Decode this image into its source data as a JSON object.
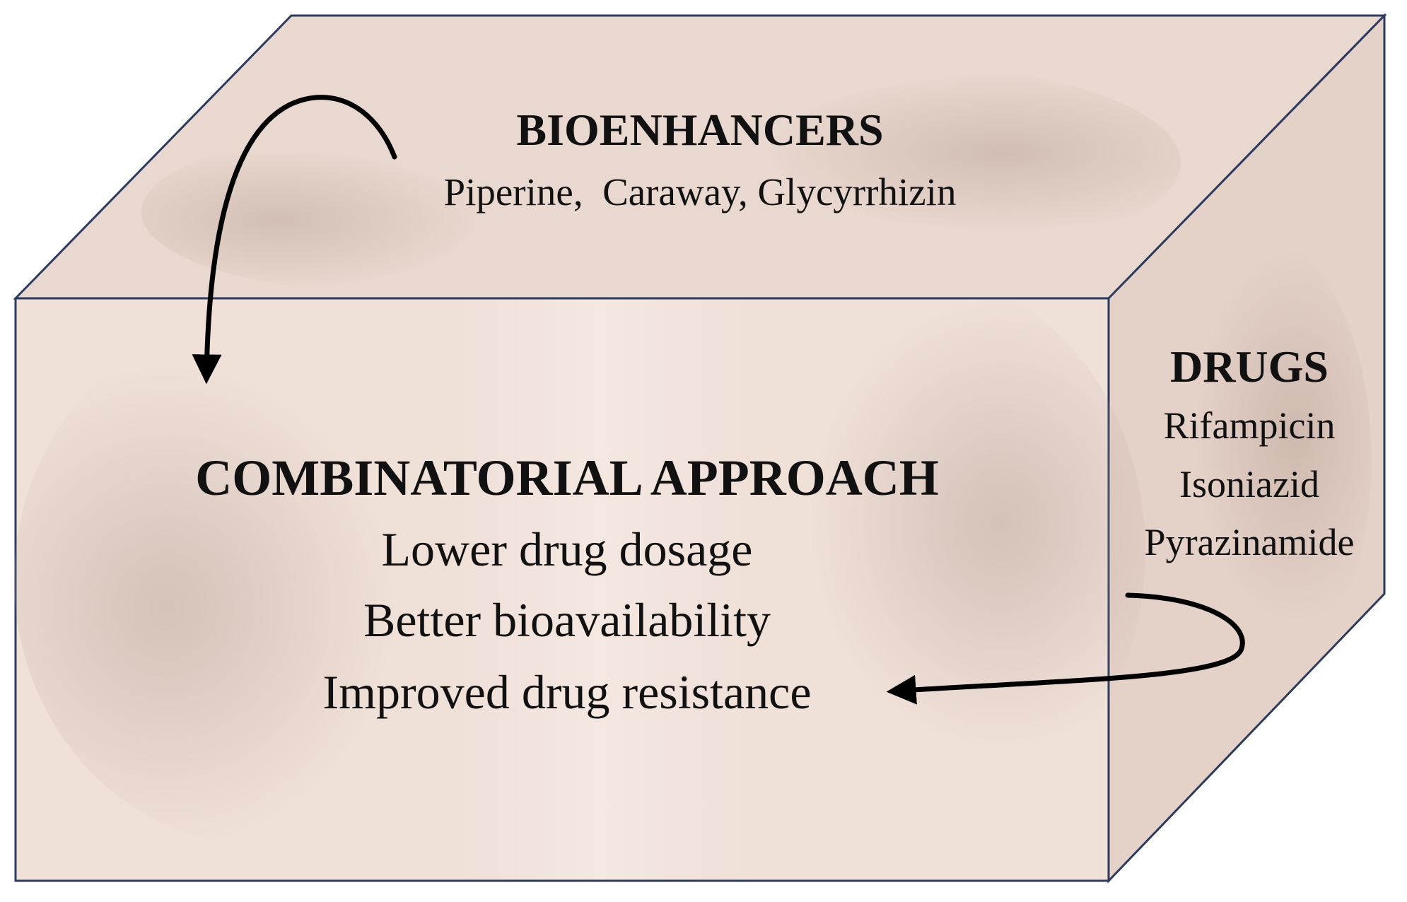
{
  "top_face": {
    "heading": "BIOENHANCERS",
    "items": "Piperine,  Caraway, Glycyrrhizin"
  },
  "front_face": {
    "heading": "COMBINATORIAL APPROACH",
    "benefits": [
      "Lower drug dosage",
      "Better bioavailability",
      "Improved drug resistance"
    ]
  },
  "side_face": {
    "heading": "DRUGS",
    "drugs": [
      "Rifampicin",
      "Isoniazid",
      "Pyrazinamide"
    ]
  },
  "colors": {
    "box_fill": "#efe0d8",
    "top_fill": "#e9d8cf",
    "side_fill": "#e4d1c7",
    "edge": "#2c3b5e",
    "text": "#111111",
    "arrow": "#000000"
  }
}
